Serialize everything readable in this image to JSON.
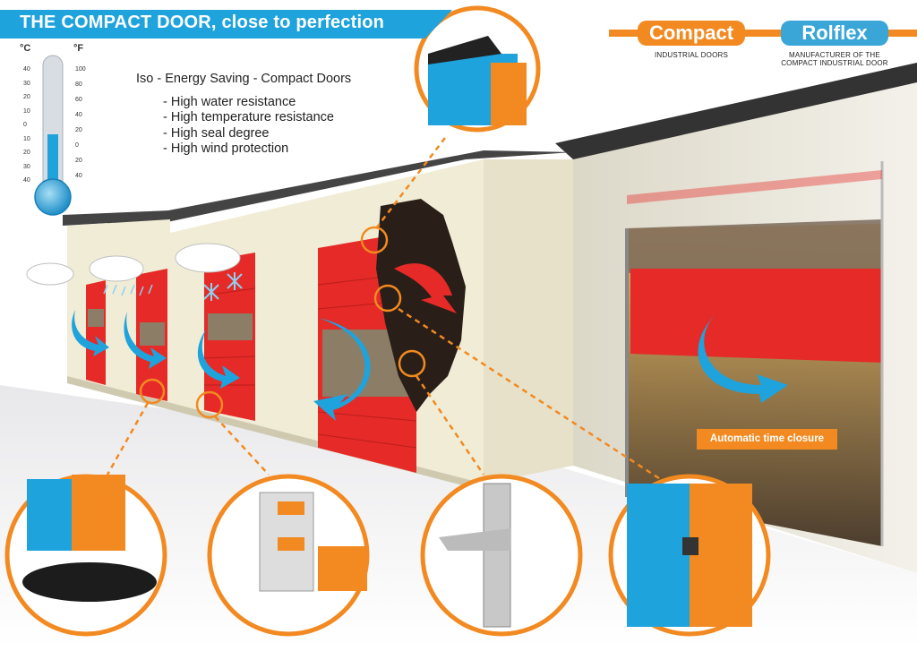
{
  "title": "THE COMPACT DOOR, close to perfection",
  "description": {
    "heading": "Iso  -  Energy Saving - Compact Doors",
    "features": [
      "- High water resistance",
      "- High temperature resistance",
      "- High seal degree",
      "- High wind protection"
    ]
  },
  "brands": {
    "compact": {
      "name": "Compact",
      "tagline": "INDUSTRIAL DOORS"
    },
    "rolflex": {
      "name": "Rolflex",
      "tagline_line1": "MANUFACTURER OF THE",
      "tagline_line2": "COMPACT INDUSTRIAL DOOR"
    }
  },
  "thermometer": {
    "celsius_unit": "°C",
    "fahrenheit_unit": "°F",
    "celsius_scale": [
      "40",
      "30",
      "20",
      "10",
      "0",
      "10",
      "20",
      "30",
      "40"
    ],
    "fahrenheit_scale": [
      "100",
      "80",
      "60",
      "40",
      "20",
      "0",
      "20",
      "40"
    ]
  },
  "callout": "Automatic time closure",
  "colors": {
    "accent_blue": "#1ea3dc",
    "accent_orange": "#f28a21",
    "door_red": "#e52a27",
    "wall": "#f1ecd6"
  },
  "icons": [
    "thermometer-icon",
    "cloud-icon",
    "snowflake-icon",
    "wind-arrow-icon",
    "magnifier-circle-icon"
  ]
}
